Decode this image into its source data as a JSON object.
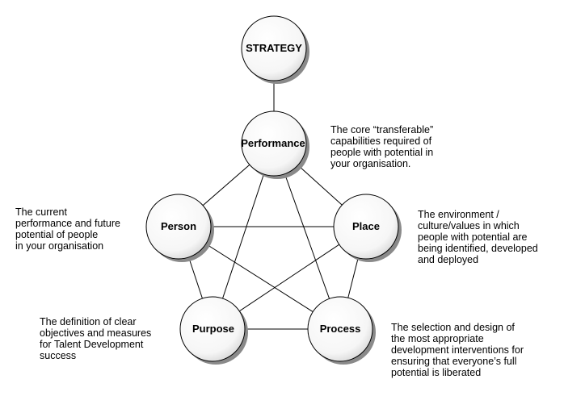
{
  "nodes": {
    "strategy": "STRATEGY",
    "performance": "Performance",
    "person": "Person",
    "place": "Place",
    "purpose": "Purpose",
    "process": "Process"
  },
  "descriptions": {
    "performance": [
      "The core “transferable”",
      "capabilities required of",
      "people with potential in",
      "your organisation."
    ],
    "person": [
      "The current",
      "performance and future",
      "potential of people",
      "in your organisation"
    ],
    "place": [
      "The environment /",
      "culture/values in which",
      "people with potential are",
      "being identified, developed",
      "and deployed"
    ],
    "purpose": [
      "The definition of clear",
      "objectives and measures",
      "for Talent Development",
      "success"
    ],
    "process": [
      "The selection and design of",
      "the most appropriate",
      "development interventions for",
      "ensuring that everyone’s full",
      "potential is liberated"
    ]
  }
}
